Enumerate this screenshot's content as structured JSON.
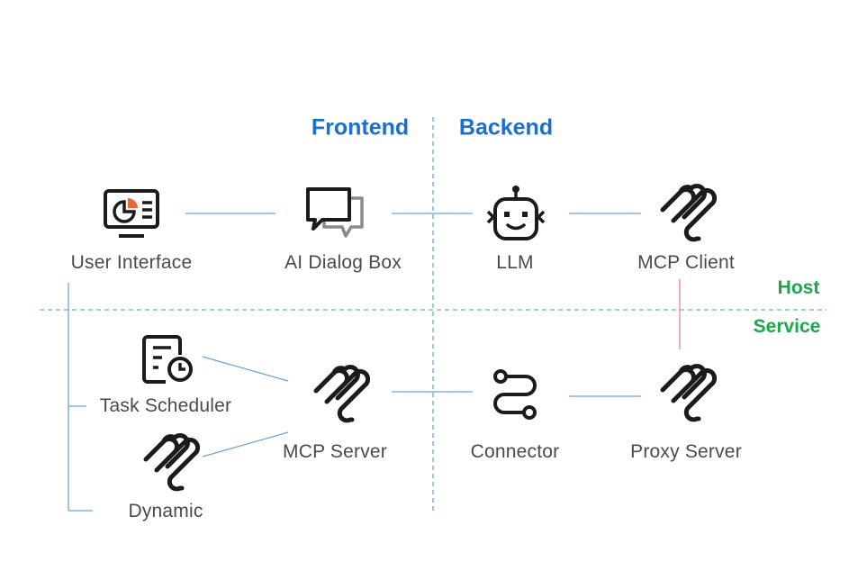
{
  "colors": {
    "frontend_backend": "#1a6fd1",
    "host_service": "#1aa84a",
    "connector_line": "#6aa3dc",
    "divider_vertical": "#6aa3dc",
    "divider_horizontal": "#62c28b",
    "host_link": "#e8868a",
    "label_text": "#4a4a4a",
    "icon_dark": "#1b1b1b",
    "icon_accent": "#e5673a"
  },
  "zones": {
    "frontend": "Frontend",
    "backend": "Backend",
    "host": "Host",
    "service": "Service"
  },
  "nodes": {
    "user_interface": {
      "label": "User Interface",
      "icon": "dashboard-monitor-icon"
    },
    "ai_dialog_box": {
      "label": "AI Dialog Box",
      "icon": "chat-bubbles-icon"
    },
    "llm": {
      "label": "LLM",
      "icon": "robot-icon"
    },
    "mcp_client": {
      "label": "MCP Client",
      "icon": "mcp-logo-icon"
    },
    "task_scheduler": {
      "label": "Task Scheduler",
      "icon": "document-clock-icon"
    },
    "dynamic": {
      "label": "Dynamic",
      "icon": "mcp-logo-icon"
    },
    "mcp_server": {
      "label": "MCP Server",
      "icon": "mcp-logo-icon"
    },
    "connector": {
      "label": "Connector",
      "icon": "connector-path-icon"
    },
    "proxy_server": {
      "label": "Proxy Server",
      "icon": "mcp-logo-icon"
    }
  }
}
